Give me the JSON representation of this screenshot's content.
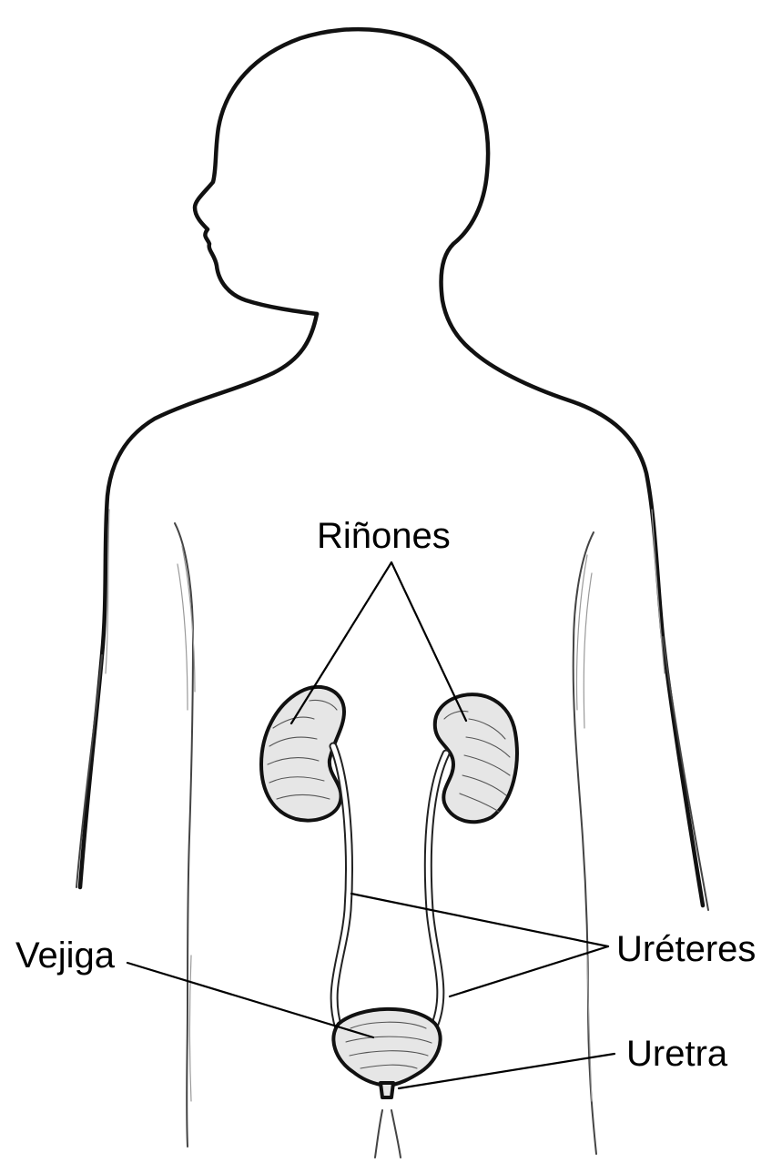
{
  "labels": {
    "kidneys": "Riñones",
    "ureters": "Uréteres",
    "bladder": "Vejiga",
    "urethra": "Uretra"
  }
}
